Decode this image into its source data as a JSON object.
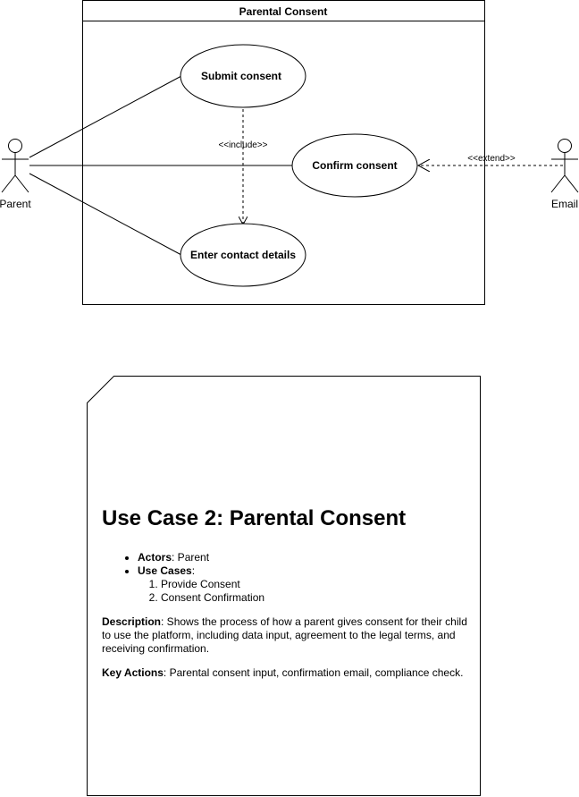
{
  "diagram": {
    "boundary_title": "Parental Consent",
    "actors": {
      "parent": "Parent",
      "email": "Email"
    },
    "use_cases": {
      "submit": "Submit consent",
      "confirm": "Confirm consent",
      "enter": "Enter contact details"
    },
    "relations": {
      "include": "<<include>>",
      "extend": "<<extend>>"
    }
  },
  "note": {
    "title": "Use Case 2: Parental Consent",
    "actors_label": "Actors",
    "actors_value": ": Parent",
    "use_cases_label": "Use Cases",
    "use_cases_suffix": ":",
    "use_case_items": [
      "Provide Consent",
      "Consent Confirmation"
    ],
    "description_label": "Description",
    "description_text": ": Shows the process of how a parent gives consent for their child to use the platform, including data input, agreement to the legal terms, and receiving confirmation.",
    "key_actions_label": "Key Actions",
    "key_actions_text": ": Parental consent input, confirmation email, compliance check."
  }
}
